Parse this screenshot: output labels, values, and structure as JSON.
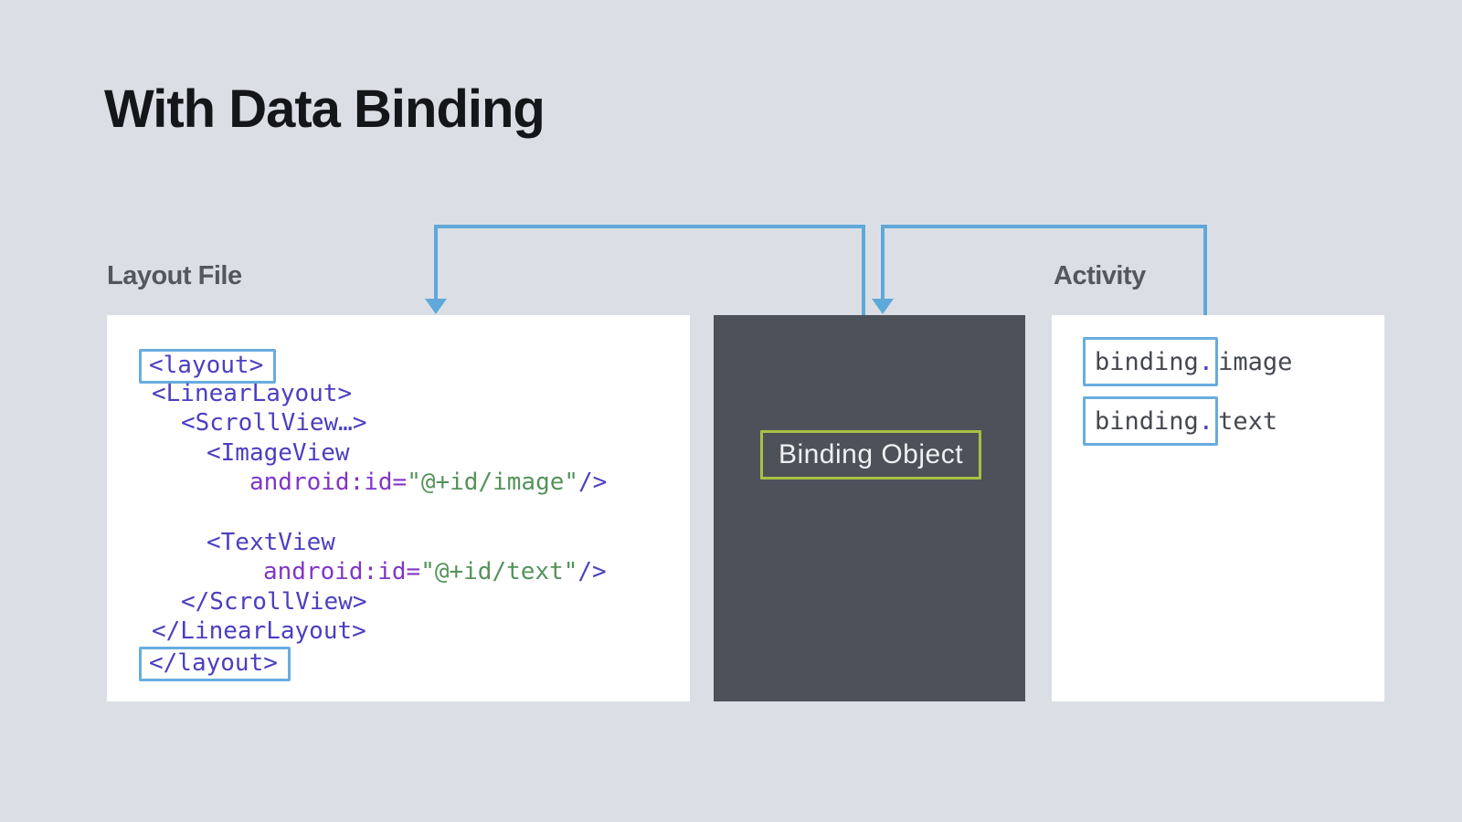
{
  "title": "With Data Binding",
  "sections": {
    "layout_file": {
      "label": "Layout File"
    },
    "binding_object": {
      "label": "Binding Object"
    },
    "activity": {
      "label": "Activity"
    }
  },
  "code_lines": [
    {
      "indent": 0,
      "boxed": true,
      "segments": [
        {
          "t": "<layout>",
          "c": "tag"
        }
      ]
    },
    {
      "indent": 3,
      "boxed": false,
      "segments": [
        {
          "t": "<LinearLayout>",
          "c": "tag"
        }
      ]
    },
    {
      "indent": 35,
      "boxed": false,
      "segments": [
        {
          "t": "<ScrollView…>",
          "c": "tag"
        }
      ]
    },
    {
      "indent": 63,
      "boxed": false,
      "segments": [
        {
          "t": "<ImageView",
          "c": "tag"
        }
      ]
    },
    {
      "indent": 110,
      "boxed": false,
      "segments": [
        {
          "t": "android:id=",
          "c": "attr"
        },
        {
          "t": "\"@+id/image\"",
          "c": "str"
        },
        {
          "t": "/>",
          "c": "tag"
        }
      ]
    },
    {
      "indent": 0,
      "boxed": false,
      "blank": true,
      "segments": []
    },
    {
      "indent": 63,
      "boxed": false,
      "segments": [
        {
          "t": "<TextView",
          "c": "tag"
        }
      ]
    },
    {
      "indent": 125,
      "boxed": false,
      "segments": [
        {
          "t": "android:id=",
          "c": "attr"
        },
        {
          "t": "\"@+id/text\"",
          "c": "str"
        },
        {
          "t": "/>",
          "c": "tag"
        }
      ]
    },
    {
      "indent": 35,
      "boxed": false,
      "segments": [
        {
          "t": "</ScrollView>",
          "c": "tag"
        }
      ]
    },
    {
      "indent": 3,
      "boxed": false,
      "segments": [
        {
          "t": "</LinearLayout>",
          "c": "tag"
        }
      ]
    },
    {
      "indent": 0,
      "boxed": true,
      "segments": [
        {
          "t": "</layout>",
          "c": "tag"
        }
      ]
    }
  ],
  "activity_rows": [
    {
      "boxed": "binding",
      "dot": ".",
      "rest": "image"
    },
    {
      "boxed": "binding",
      "dot": ".",
      "rest": "text"
    }
  ],
  "colors": {
    "background": "#dbdfe5",
    "panel_dark": "#4d525a",
    "accent_blue": "#5fa8da",
    "accent_green": "#a6c242",
    "code_tag": "#4a3fc0",
    "code_attr": "#8136c6",
    "code_string": "#55935a",
    "label_gray": "#54575f",
    "mono_gray": "#45484f"
  }
}
